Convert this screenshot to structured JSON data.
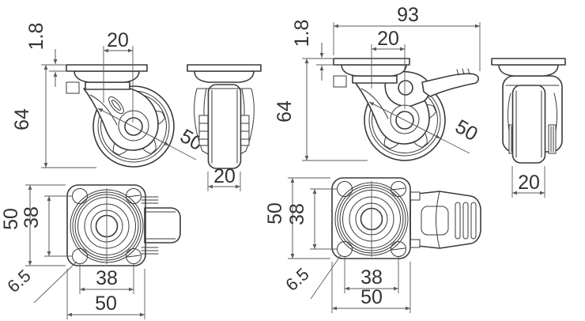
{
  "colors": {
    "background": "#ffffff",
    "line": "#3a3a3a",
    "dimension_line": "#5a5a5a",
    "text": "#333333"
  },
  "dimensions": {
    "plate_thickness": "1.8",
    "swivel_offset": "20",
    "overall_height": "64",
    "wheel_diameter": "50",
    "wheel_width": "20",
    "overall_length_braked": "93",
    "plate_size": "50",
    "hole_pitch": "38",
    "hole_diameter": "6.5"
  }
}
